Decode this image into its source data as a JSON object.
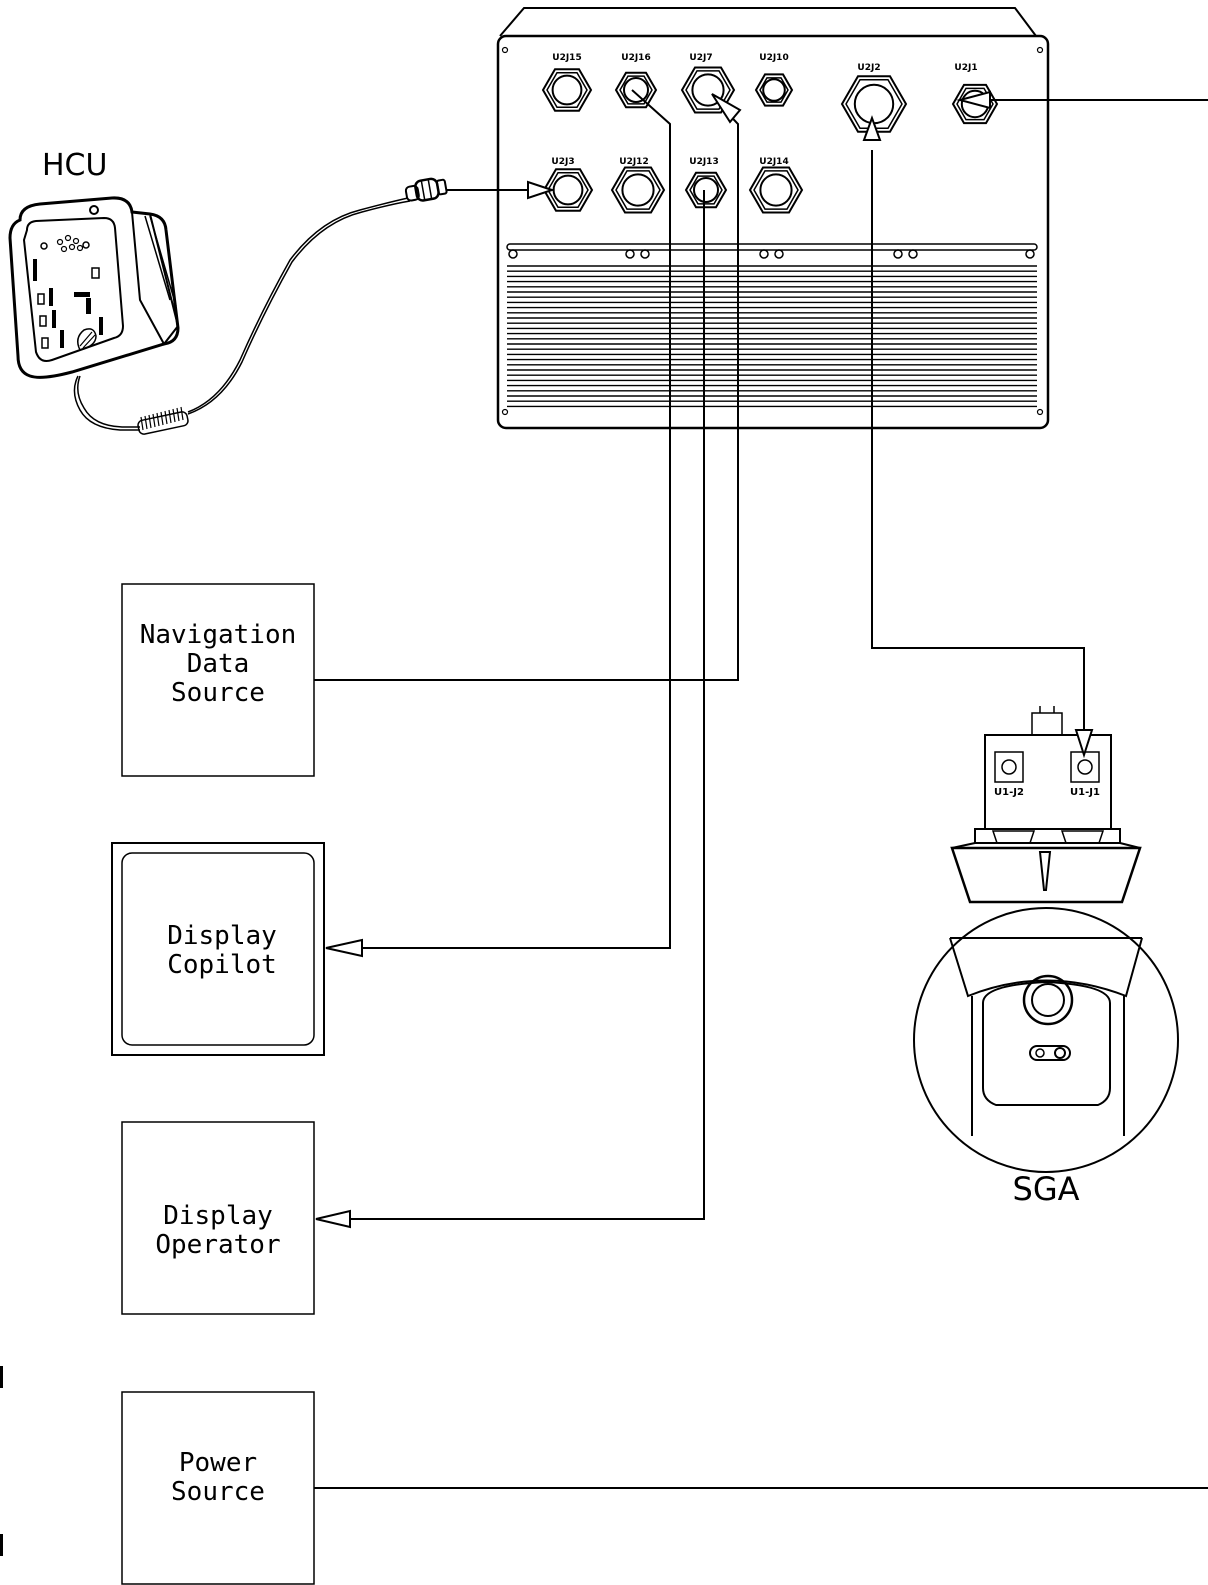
{
  "labels": {
    "hcu": "HCU",
    "sga": "SGA",
    "nav_line1": "Navigation",
    "nav_line2": "Data",
    "nav_line3": "Source",
    "disp_copilot_line1": "Display",
    "disp_copilot_line2": "Copilot",
    "disp_operator_line1": "Display",
    "disp_operator_line2": "Operator",
    "power_line1": "Power",
    "power_line2": "Source"
  },
  "connectors": {
    "u2j15": "U2J15",
    "u2j16": "U2J16",
    "u2j7": "U2J7",
    "u2j10": "U2J10",
    "u2j2": "U2J2",
    "u2j1": "U2J1",
    "u2j3": "U2J3",
    "u2j12": "U2J12",
    "u2j13": "U2J13",
    "u2j14": "U2J14",
    "u1j2": "U1-J2",
    "u1j1": "U1-J1"
  },
  "colors": {
    "ink": "#000000",
    "paper": "#ffffff"
  }
}
